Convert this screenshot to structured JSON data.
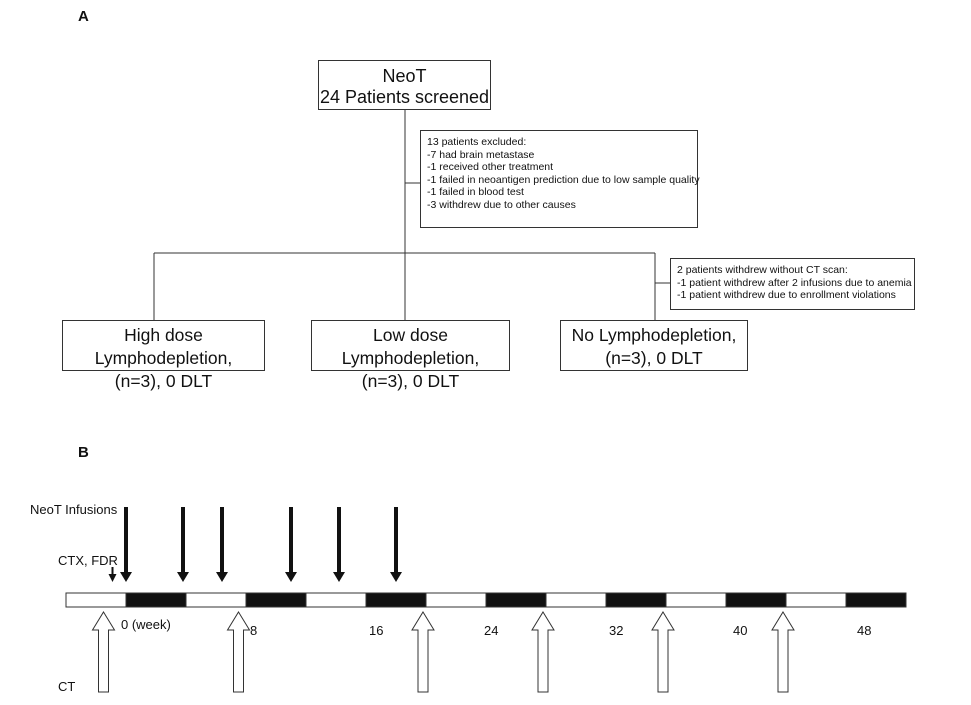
{
  "panels": {
    "a_label": "A",
    "b_label": "B"
  },
  "flowchart": {
    "top_box": {
      "line1": "NeoT",
      "line2": "24 Patients screened"
    },
    "excluded_box": {
      "lines": [
        "13 patients excluded:",
        "-7 had brain metastase",
        "-1 received other treatment",
        "-1 failed in neoantigen prediction due to low sample quality",
        "-1 failed in blood test",
        "-3 withdrew due to other causes"
      ]
    },
    "withdrew_box": {
      "lines": [
        "2 patients withdrew without CT scan:",
        " -1 patient withdrew after 2 infusions due to anemia",
        " -1 patient withdrew due to enrollment violations"
      ]
    },
    "arms": [
      {
        "line1": "High dose Lymphodepletion,",
        "line2": "(n=3), 0 DLT"
      },
      {
        "line1": "Low dose Lymphodepletion,",
        "line2": "(n=3), 0 DLT"
      },
      {
        "line1": "No Lymphodepletion,",
        "line2": "(n=3), 0 DLT"
      }
    ]
  },
  "timeline": {
    "row_labels": {
      "infusions": "NeoT Infusions",
      "ctx_fdr": "CTX, FDR",
      "ct": "CT"
    },
    "ticks": [
      {
        "label": "0 (week)",
        "week": 0
      },
      {
        "label": "8",
        "week": 8
      },
      {
        "label": "16",
        "week": 16
      },
      {
        "label": "24",
        "week": 24
      },
      {
        "label": "32",
        "week": 32
      },
      {
        "label": "40",
        "week": 40
      },
      {
        "label": "48",
        "week": 48
      }
    ],
    "ctx_fdr_week": -0.9,
    "infusion_weeks": [
      0,
      3.8,
      6.4,
      11,
      14.2,
      18
    ],
    "ct_weeks": [
      -1.5,
      7.5,
      19.8,
      27.8,
      35.8,
      43.8
    ],
    "segments": [
      {
        "start": -4,
        "end": 0,
        "fill": "white"
      },
      {
        "start": 0,
        "end": 4,
        "fill": "black"
      },
      {
        "start": 4,
        "end": 8,
        "fill": "white"
      },
      {
        "start": 8,
        "end": 12,
        "fill": "black"
      },
      {
        "start": 12,
        "end": 16,
        "fill": "white"
      },
      {
        "start": 16,
        "end": 20,
        "fill": "black"
      },
      {
        "start": 20,
        "end": 24,
        "fill": "white"
      },
      {
        "start": 24,
        "end": 28,
        "fill": "black"
      },
      {
        "start": 28,
        "end": 32,
        "fill": "white"
      },
      {
        "start": 32,
        "end": 36,
        "fill": "black"
      },
      {
        "start": 36,
        "end": 40,
        "fill": "white"
      },
      {
        "start": 40,
        "end": 44,
        "fill": "black"
      },
      {
        "start": 44,
        "end": 48,
        "fill": "white"
      },
      {
        "start": 48,
        "end": 52,
        "fill": "black"
      }
    ]
  },
  "colors": {
    "line": "#333333",
    "dark_fill": "#111111"
  }
}
